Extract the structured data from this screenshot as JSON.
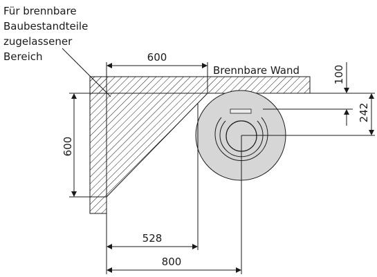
{
  "annotation": {
    "lines": [
      "Für brennbare",
      "Baubestandteile",
      "zugelassener",
      "Bereich"
    ]
  },
  "wall_label": "Brennbare Wand",
  "dimensions": {
    "top_width": "600",
    "left_height": "600",
    "right_100": "100",
    "right_242": "242",
    "bottom_528": "528",
    "bottom_800": "800"
  },
  "colors": {
    "stove_fill": "#d6d6d6",
    "line": "#1a1a1a",
    "background": "#ffffff"
  }
}
